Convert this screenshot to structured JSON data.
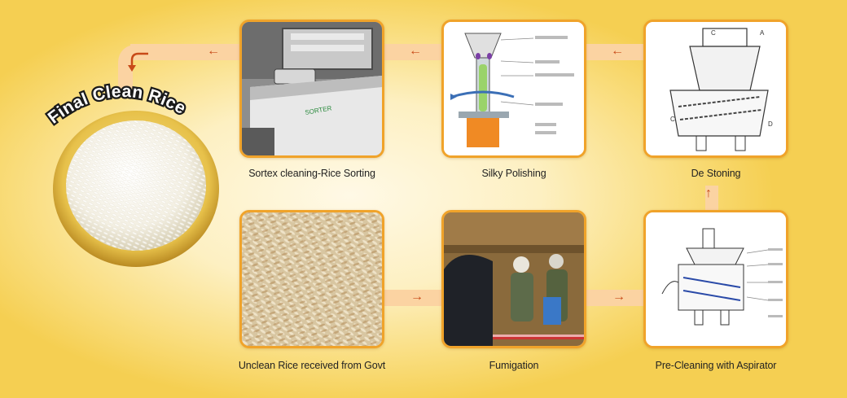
{
  "final": {
    "title": "Final Clean Rice"
  },
  "steps": [
    {
      "id": "unclean",
      "label": "Unclean Rice received from Govt",
      "image": "raw-rice-photo"
    },
    {
      "id": "fumigation",
      "label": "Fumigation",
      "image": "fumigation-workers-photo"
    },
    {
      "id": "precleaning",
      "label": "Pre-Cleaning with Aspirator",
      "image": "aspirator-diagram"
    },
    {
      "id": "destoning",
      "label": "De Stoning",
      "image": "destoner-diagram"
    },
    {
      "id": "polishing",
      "label": "Silky Polishing",
      "image": "polisher-diagram"
    },
    {
      "id": "sortex",
      "label": "Sortex cleaning-Rice Sorting",
      "image": "sorter-machine-photo"
    }
  ],
  "colors": {
    "accent": "#f0a32a",
    "arrow": "#c84a18",
    "band": "#fbd3a2"
  }
}
